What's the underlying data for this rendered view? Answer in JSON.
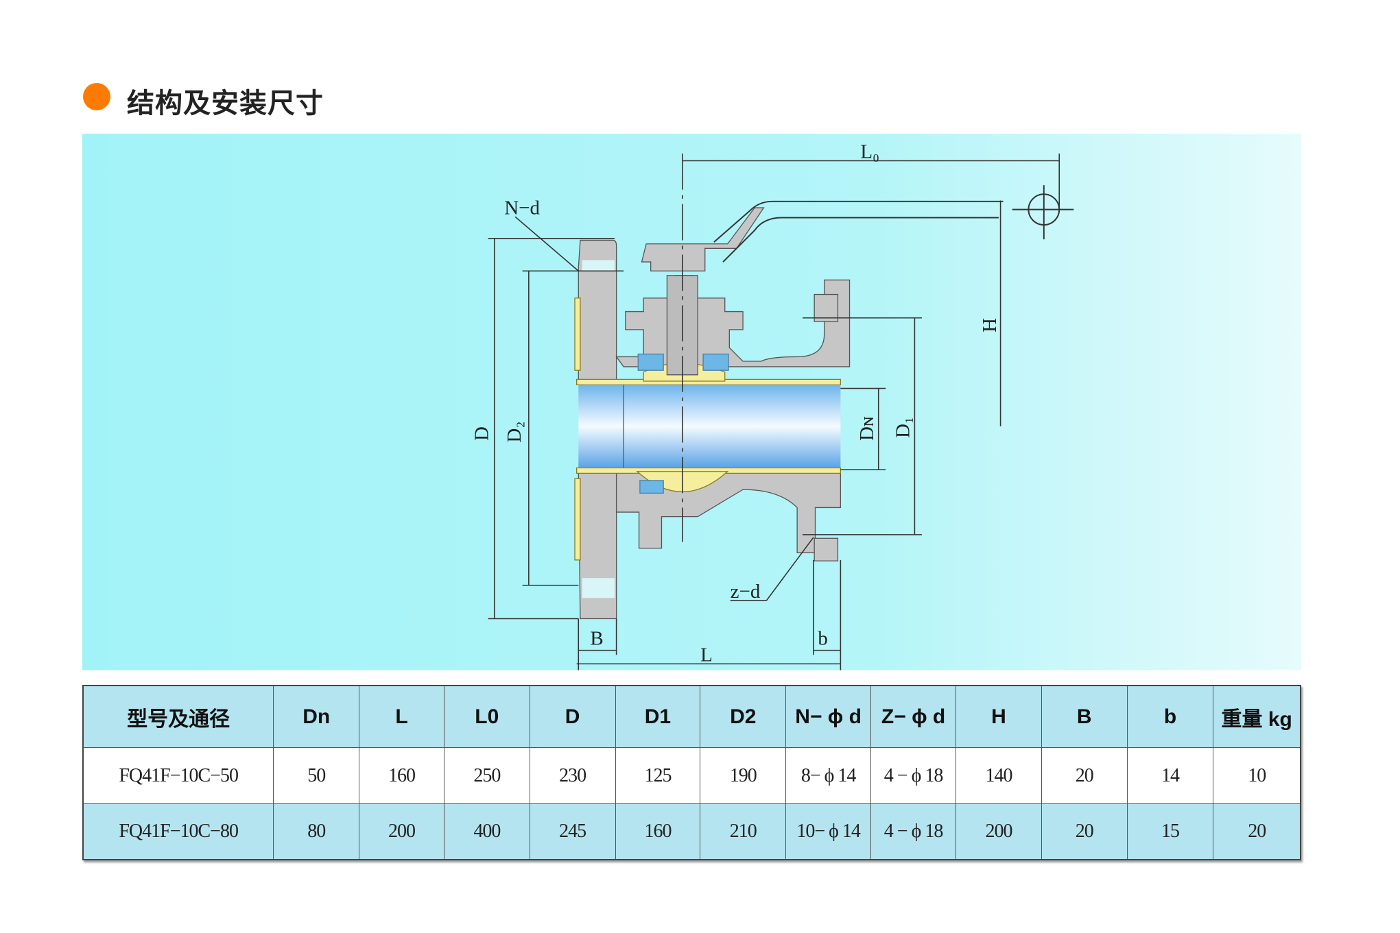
{
  "section": {
    "title": "结构及安装尺寸",
    "bullet_color": "#ff7a00"
  },
  "diagram": {
    "labels": {
      "L0": "L₀",
      "N_d": "N−d",
      "H": "H",
      "D": "D",
      "D2": "D₂",
      "DN": "Dɴ",
      "D1": "D₁",
      "z_d": "z−d",
      "B": "B",
      "b": "b",
      "L": "L"
    }
  },
  "table": {
    "headers": [
      "型号及通径",
      "Dn",
      "L",
      "L0",
      "D",
      "D1",
      "D2",
      "N− ϕ d",
      "Z− ϕ d",
      "H",
      "B",
      "b",
      "重量 kg"
    ],
    "rows": [
      [
        "FQ41F−10C−50",
        "50",
        "160",
        "250",
        "230",
        "125",
        "190",
        "8− ϕ 14",
        "4 − ϕ 18",
        "140",
        "20",
        "14",
        "10"
      ],
      [
        "FQ41F−10C−80",
        "80",
        "200",
        "400",
        "245",
        "160",
        "210",
        "10− ϕ 14",
        "4 − ϕ 18",
        "200",
        "20",
        "15",
        "20"
      ]
    ]
  }
}
